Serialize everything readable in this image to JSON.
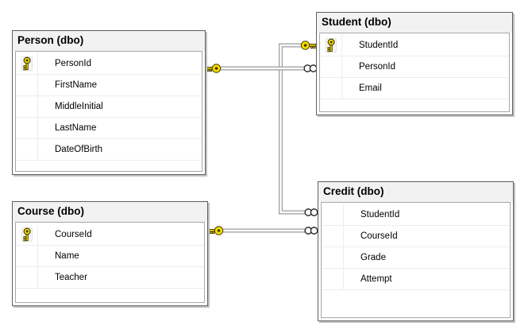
{
  "diagram": {
    "kind": "database-diagram",
    "background_color": "#ffffff"
  },
  "tables": [
    {
      "id": "person",
      "title": "Person (dbo)",
      "columns": [
        {
          "name": "PersonId",
          "key": true
        },
        {
          "name": "FirstName",
          "key": false
        },
        {
          "name": "MiddleInitial",
          "key": false
        },
        {
          "name": "LastName",
          "key": false
        },
        {
          "name": "DateOfBirth",
          "key": false
        }
      ]
    },
    {
      "id": "student",
      "title": "Student (dbo)",
      "columns": [
        {
          "name": "StudentId",
          "key": true
        },
        {
          "name": "PersonId",
          "key": false
        },
        {
          "name": "Email",
          "key": false
        }
      ]
    },
    {
      "id": "course",
      "title": "Course (dbo)",
      "columns": [
        {
          "name": "CourseId",
          "key": true
        },
        {
          "name": "Name",
          "key": false
        },
        {
          "name": "Teacher",
          "key": false
        }
      ]
    },
    {
      "id": "credit",
      "title": "Credit (dbo)",
      "columns": [
        {
          "name": "StudentId",
          "key": false
        },
        {
          "name": "CourseId",
          "key": false
        },
        {
          "name": "Grade",
          "key": false
        },
        {
          "name": "Attempt",
          "key": false
        }
      ]
    }
  ],
  "relationships": [
    {
      "one_side": "Person",
      "many_side": "Student",
      "one_icon": "key-icon",
      "many_icon": "infinity-icon"
    },
    {
      "one_side": "Student",
      "many_side": "Credit",
      "one_icon": "key-icon",
      "many_icon": "infinity-icon"
    },
    {
      "one_side": "Course",
      "many_side": "Credit",
      "one_icon": "key-icon",
      "many_icon": "infinity-icon"
    }
  ],
  "icons": {
    "primary_key": "key-icon",
    "one_end": "key-icon",
    "many_end": "infinity-icon"
  },
  "colors": {
    "table_border": "#606060",
    "table_shadow": "#c2c2c2",
    "title_background": "#f2f2f2",
    "panel_border": "#a8a8a8",
    "row_divider": "#ededed",
    "pipe_edge": "#9d9d9d",
    "pipe_fill": "#fbfbfb",
    "key_gold": "#f8dc00",
    "key_outline": "#403c00",
    "many_symbol": "#1a1a1a",
    "text": "#000000"
  }
}
